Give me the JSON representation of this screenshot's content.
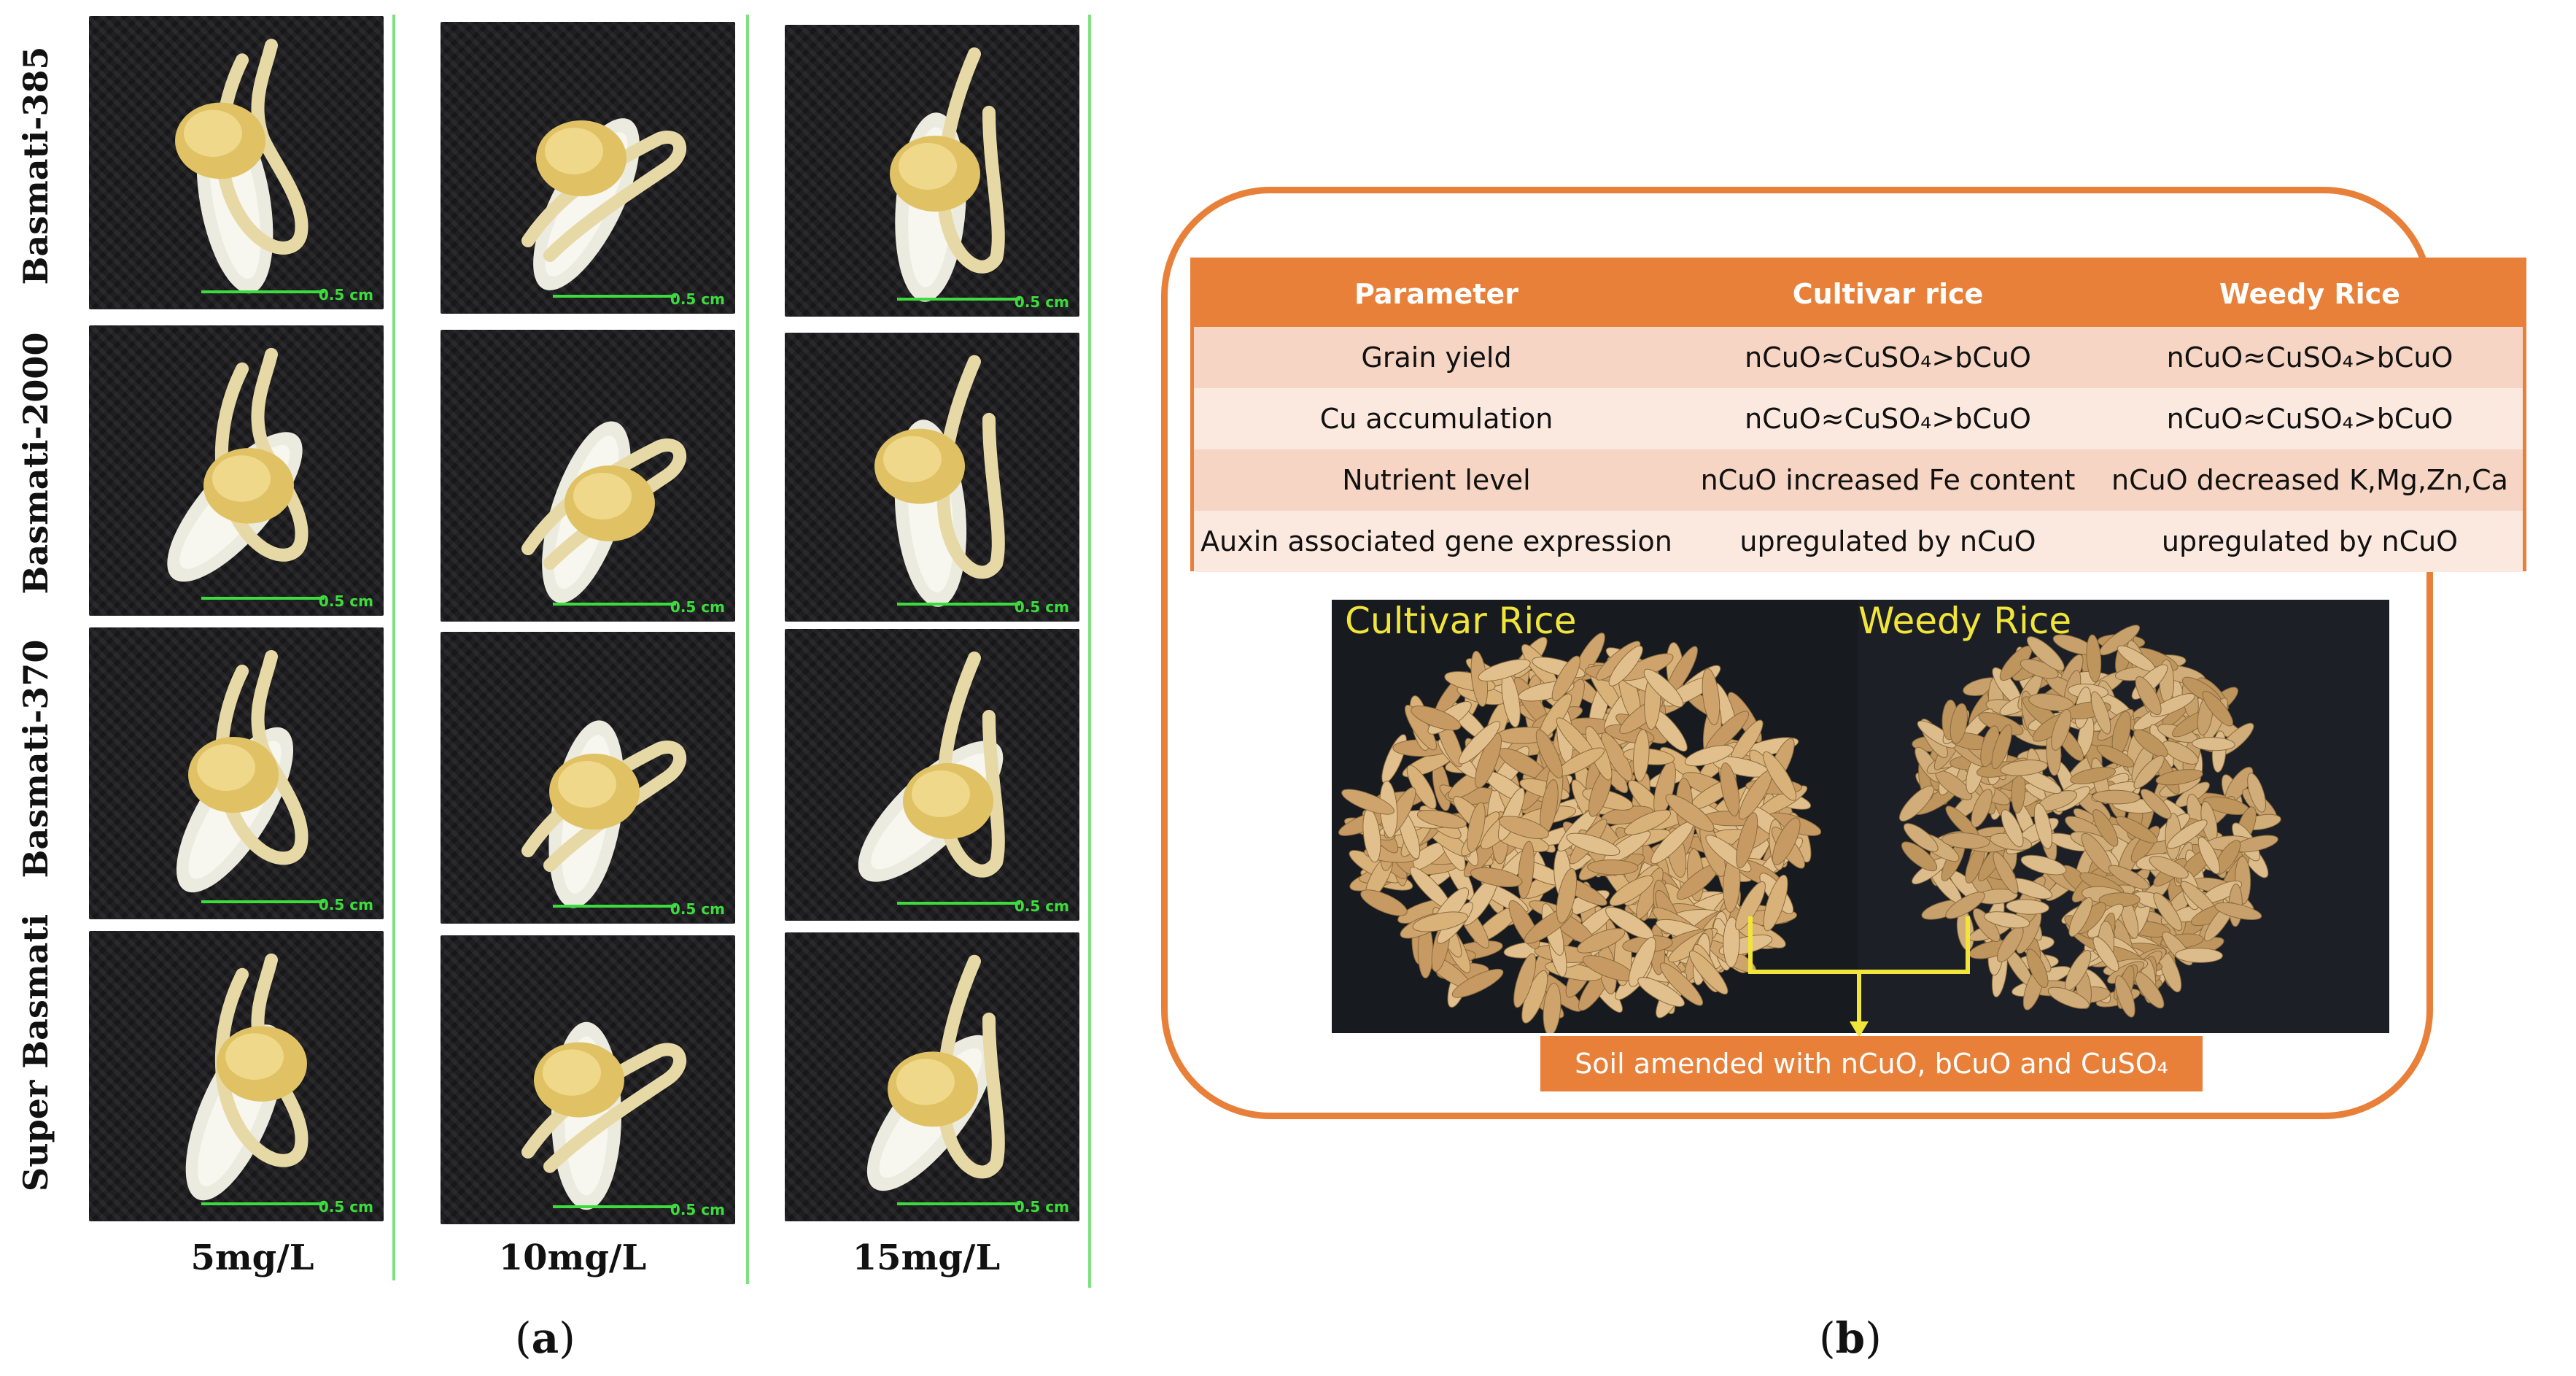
{
  "panel_a": {
    "rows": [
      "Basmati-385",
      "Basmati-2000",
      "Basmati-370",
      "Super Basmati"
    ],
    "columns": [
      "5mg/L",
      "10mg/L",
      "15mg/L"
    ],
    "scale_label": "0.5 cm",
    "panel_letter": "a"
  },
  "panel_b": {
    "table": {
      "headers": [
        "Parameter",
        "Cultivar rice",
        "Weedy Rice"
      ],
      "rows": [
        {
          "parameter": "Grain yield",
          "cultivar": "nCuO≈CuSO₄>bCuO",
          "weedy": "nCuO≈CuSO₄>bCuO"
        },
        {
          "parameter": "Cu accumulation",
          "cultivar": "nCuO≈CuSO₄>bCuO",
          "weedy": "nCuO≈CuSO₄>bCuO"
        },
        {
          "parameter": "Nutrient level",
          "cultivar": "nCuO increased Fe content",
          "weedy": "nCuO decreased K,Mg,Zn,Ca"
        },
        {
          "parameter": "Auxin associated gene expression",
          "cultivar": "upregulated by nCuO",
          "weedy": "upregulated by nCuO"
        }
      ]
    },
    "photo_labels": {
      "left": "Cultivar Rice",
      "right": "Weedy Rice"
    },
    "soil_label": "Soil amended with nCuO, bCuO and CuSO₄",
    "panel_letter": "b"
  },
  "colors": {
    "accent": "#e8803a",
    "label_yellow": "#f2e53a",
    "scale_green": "#3ddc3d"
  }
}
